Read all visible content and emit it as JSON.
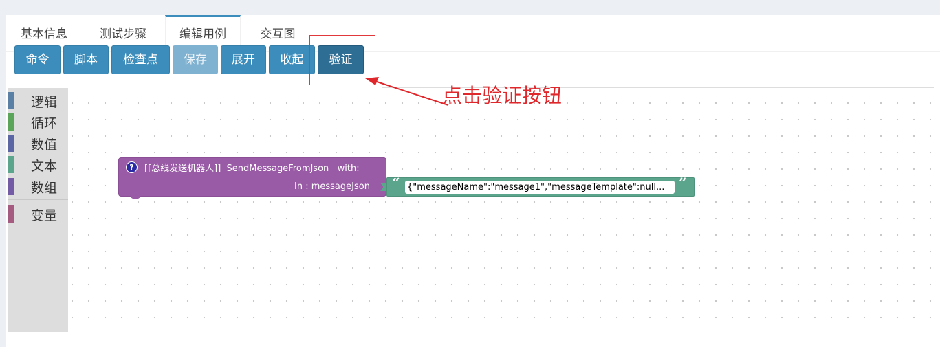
{
  "tabs": [
    {
      "label": "基本信息",
      "active": false
    },
    {
      "label": "测试步骤",
      "active": false
    },
    {
      "label": "编辑用例",
      "active": true
    },
    {
      "label": "交互图",
      "active": false
    }
  ],
  "toolbar": {
    "command": "命令",
    "script": "脚本",
    "checkpoint": "检查点",
    "save": "保存",
    "expand": "展开",
    "collapse": "收起",
    "verify": "验证"
  },
  "toolbox": {
    "categories": [
      {
        "label": "逻辑",
        "color": "#5b80a5"
      },
      {
        "label": "循环",
        "color": "#5ba55b"
      },
      {
        "label": "数值",
        "color": "#5b67a5"
      },
      {
        "label": "文本",
        "color": "#5ba58c"
      },
      {
        "label": "数组",
        "color": "#745ba5"
      },
      {
        "label": "变量",
        "color": "#a55b80"
      }
    ]
  },
  "block": {
    "help": "?",
    "title": "[[总线发送机器人]]  SendMessageFromJson   with:",
    "input_label": "In : messageJson",
    "text_value": "{\"messageName\":\"message1\",\"messageTemplate\":null...",
    "open_quote": "“",
    "close_quote": "”",
    "color": "#995ba5",
    "text_block_color": "#5ba58c"
  },
  "annotation": {
    "text": "点击验证按钮",
    "color": "#e0282c"
  }
}
